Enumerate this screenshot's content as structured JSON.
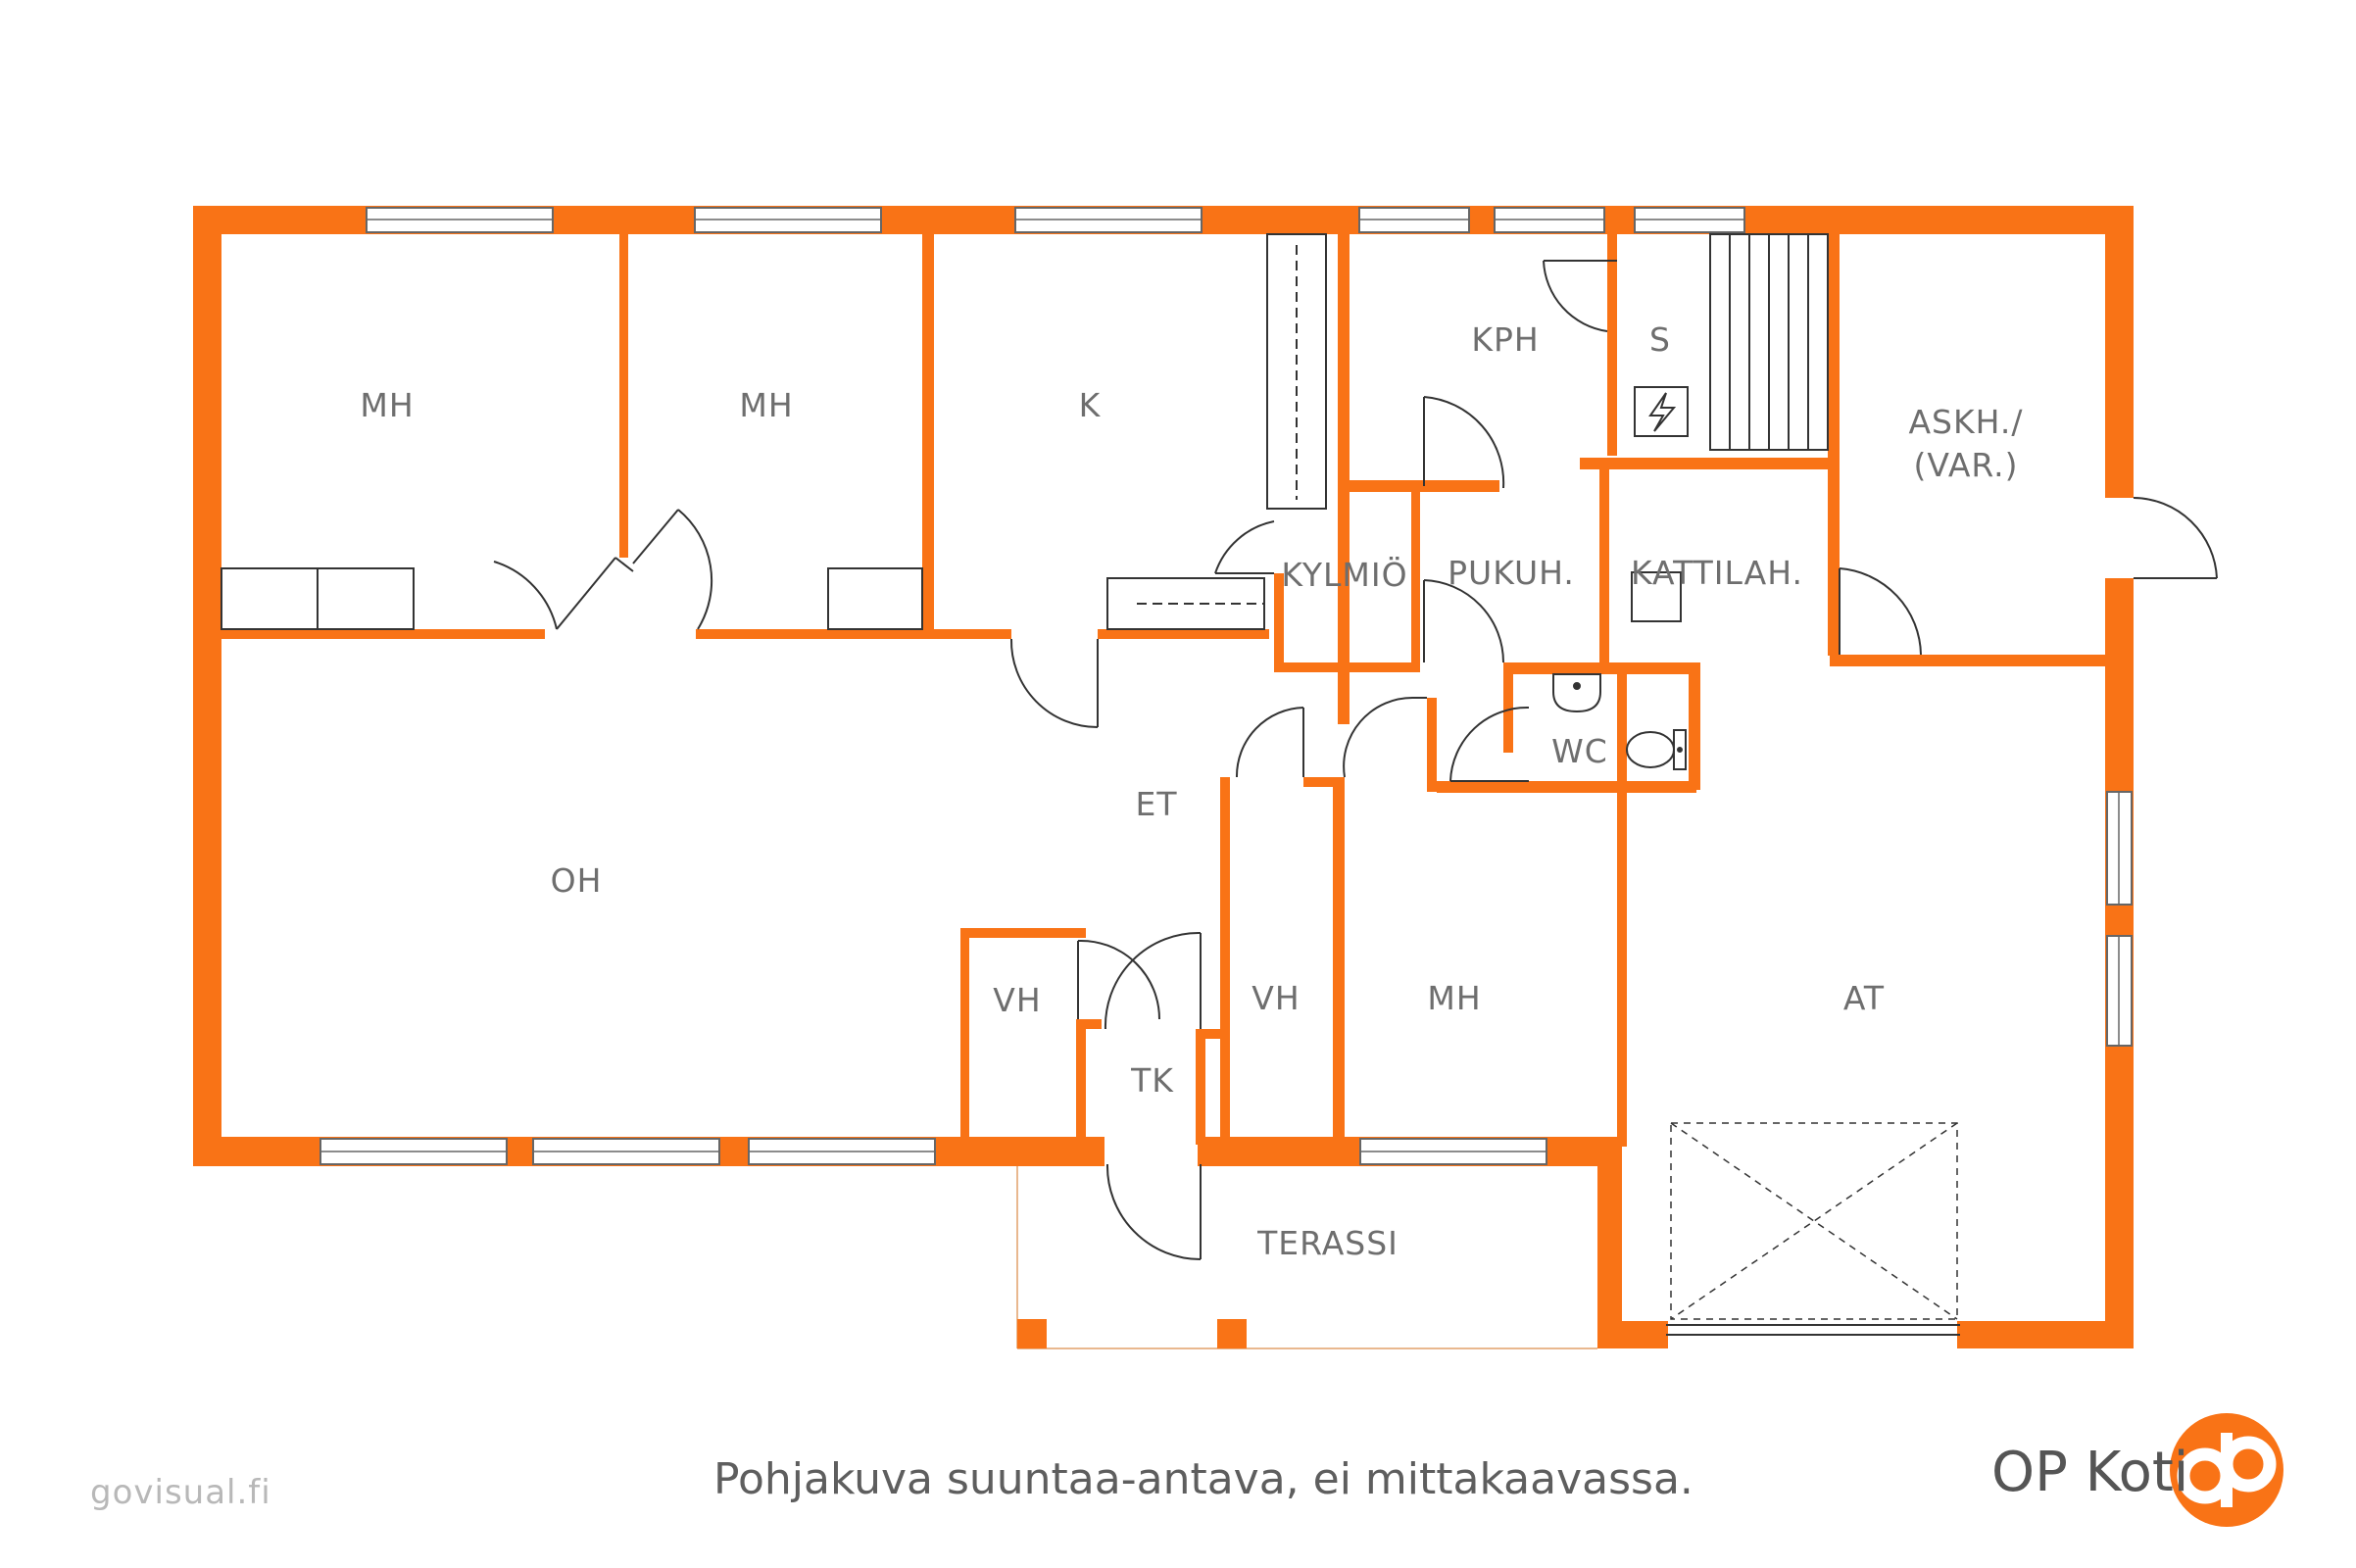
{
  "colors": {
    "wall": "#f97316",
    "line": "#333333",
    "label": "#6e6e6e",
    "logo": "#f97316"
  },
  "rooms": [
    {
      "id": "mh1",
      "label": "MH"
    },
    {
      "id": "mh2",
      "label": "MH"
    },
    {
      "id": "k",
      "label": "K"
    },
    {
      "id": "kph",
      "label": "KPH"
    },
    {
      "id": "s",
      "label": "S"
    },
    {
      "id": "askh_line1",
      "label": "ASKH./"
    },
    {
      "id": "askh_line2",
      "label": "(VAR.)"
    },
    {
      "id": "kylmio",
      "label": "KYLMIÖ"
    },
    {
      "id": "pukuh",
      "label": "PUKUH."
    },
    {
      "id": "kattilah",
      "label": "KATTILAH."
    },
    {
      "id": "wc",
      "label": "WC"
    },
    {
      "id": "et",
      "label": "ET"
    },
    {
      "id": "oh",
      "label": "OH"
    },
    {
      "id": "vh1",
      "label": "VH"
    },
    {
      "id": "vh2",
      "label": "VH"
    },
    {
      "id": "mh3",
      "label": "MH"
    },
    {
      "id": "at",
      "label": "AT"
    },
    {
      "id": "tk",
      "label": "TK"
    },
    {
      "id": "terassi",
      "label": "TERASSI"
    }
  ],
  "footer": {
    "caption": "Pohjakuva suuntaa-antava, ei mittakaavassa.",
    "watermark": "govisual.fi",
    "brand": "OP Koti"
  },
  "icons": {
    "electric": "lightning-icon",
    "logo": "op-logo-icon"
  }
}
